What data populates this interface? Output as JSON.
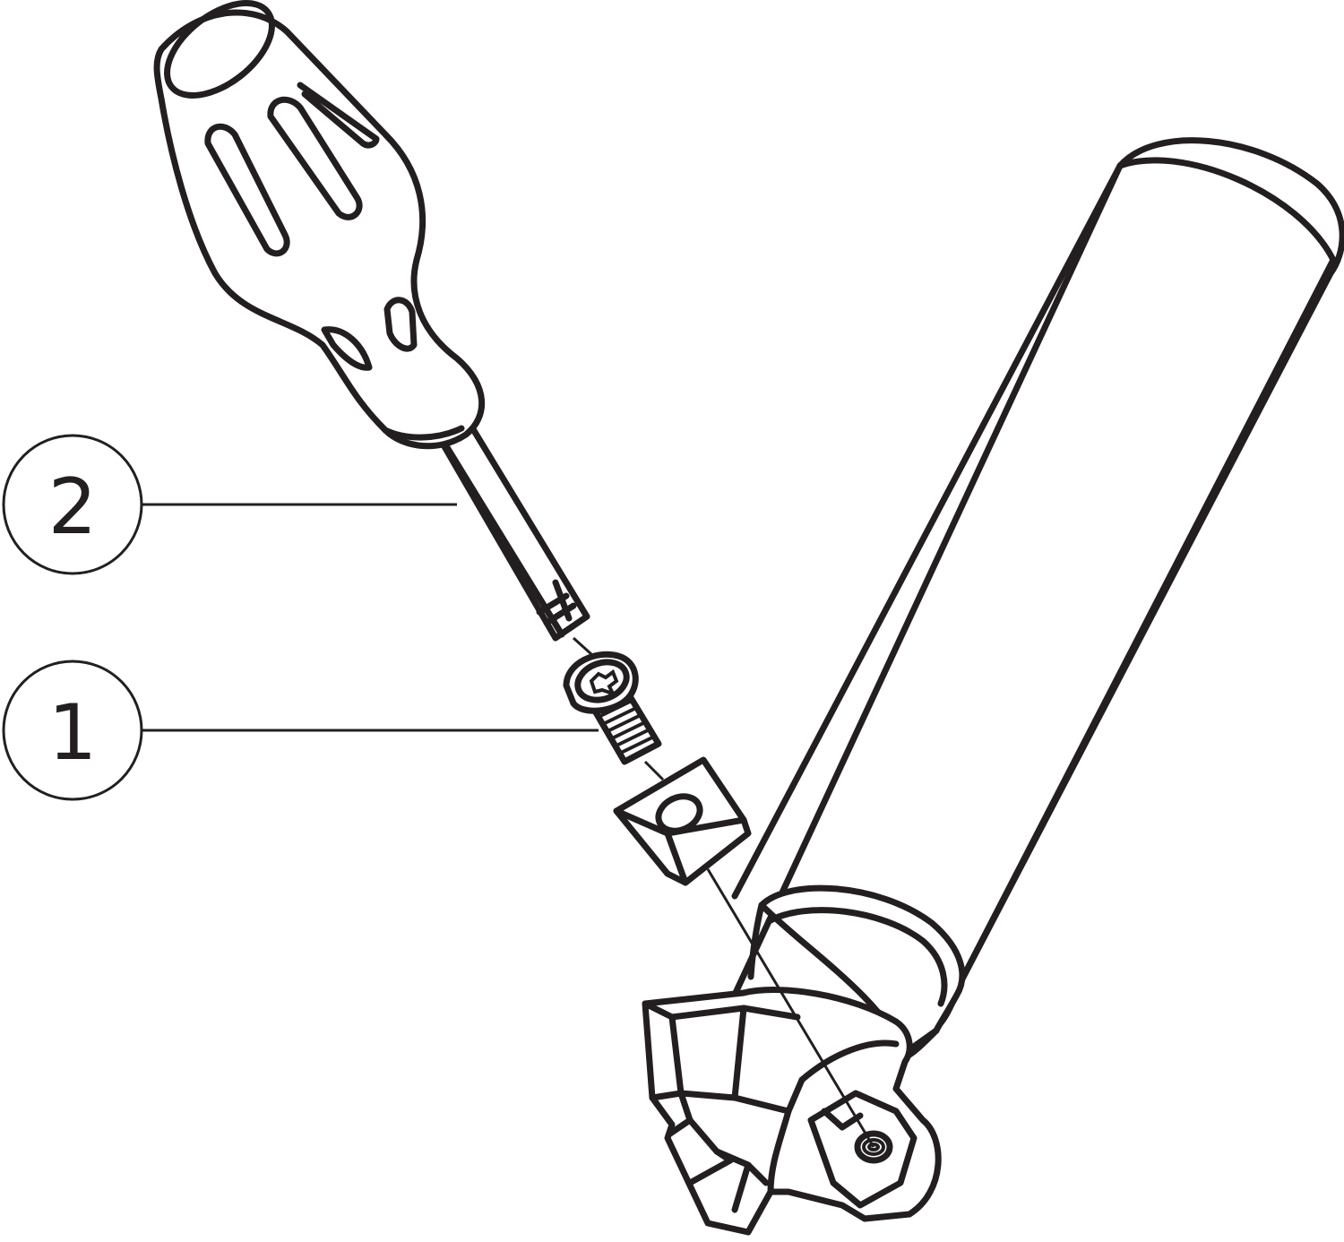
{
  "diagram": {
    "parts": [
      {
        "id": "screwdriver",
        "callout": "2"
      },
      {
        "id": "screw",
        "callout": "1"
      },
      {
        "id": "shim",
        "callout": ""
      },
      {
        "id": "tool-holder",
        "callout": ""
      }
    ]
  },
  "callouts": {
    "one": {
      "label": "1"
    },
    "two": {
      "label": "2"
    }
  },
  "colors": {
    "ink": "#231f20",
    "background": "#ffffff"
  }
}
